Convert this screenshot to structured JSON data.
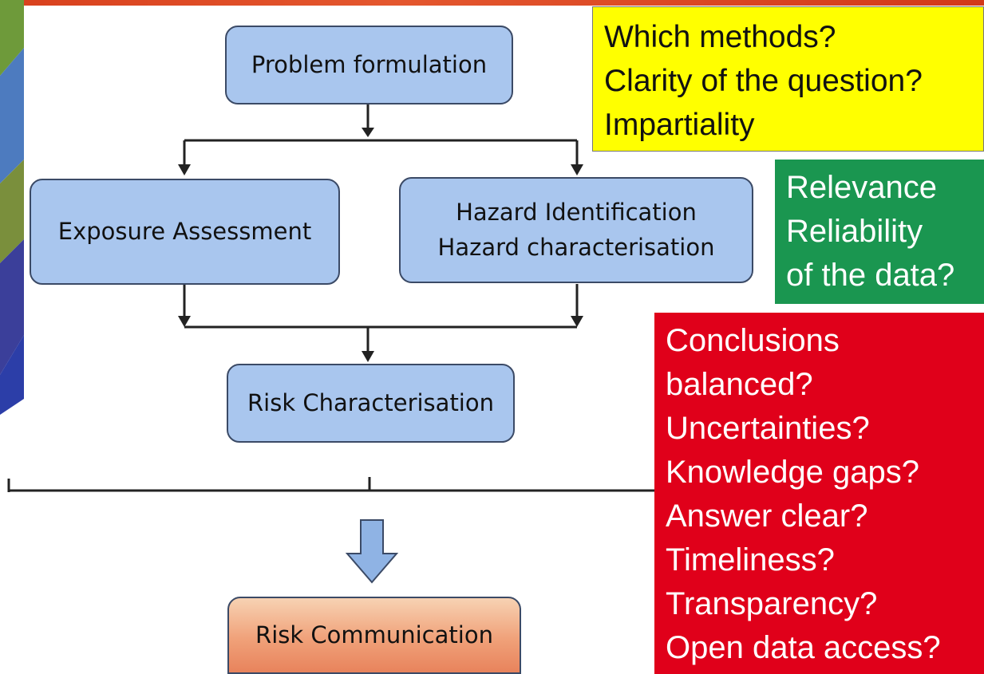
{
  "flowchart": {
    "problem_formulation": "Problem formulation",
    "exposure_assessment": "Exposure Assessment",
    "hazard_line1": "Hazard Identification",
    "hazard_line2": "Hazard characterisation",
    "risk_characterisation": "Risk Characterisation",
    "risk_communication": "Risk Communication"
  },
  "callouts": {
    "yellow": [
      "Which methods?",
      "Clarity of the question?",
      "Impartiality"
    ],
    "green": [
      "Relevance",
      "Reliability",
      "of the data?"
    ],
    "red": [
      "Conclusions",
      "balanced?",
      "Uncertainties?",
      "Knowledge gaps?",
      "Answer clear?",
      "Timeliness?",
      "Transparency?",
      "Open data access?"
    ]
  },
  "colors": {
    "box_fill": "#a9c6ee",
    "box_border": "#3b4a66",
    "communication_fill": "#f0a179",
    "yellow_callout": "#ffff00",
    "green_callout": "#1a9650",
    "red_callout": "#e0001a",
    "top_bar": "#e4572e"
  }
}
